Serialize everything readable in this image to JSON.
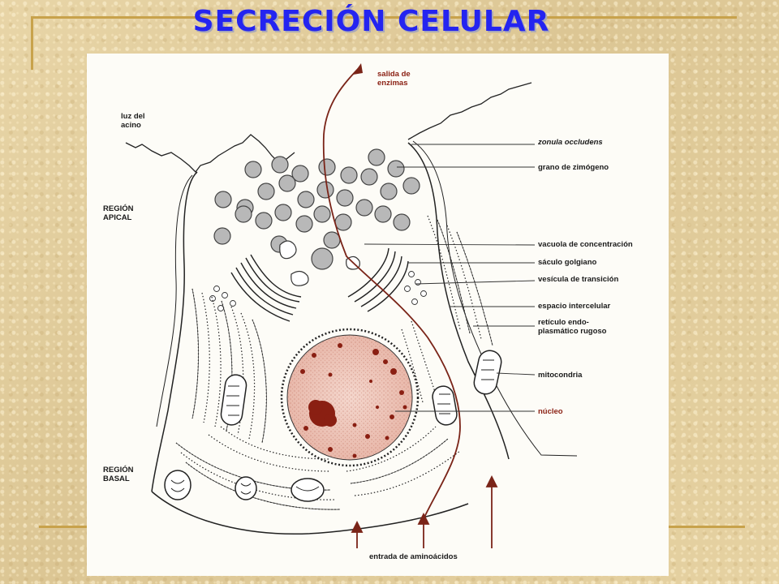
{
  "title": "SECRECIÓN CELULAR",
  "colors": {
    "title": "#2424f0",
    "background": "#e3cf9f",
    "frame_line": "#c8a24b",
    "secretion_path": "#7a2418",
    "nucleus_chromatin": "#8a1f12"
  },
  "diagram": {
    "regions": {
      "apical": "REGIÓN APICAL",
      "basal": "REGIÓN BASAL"
    },
    "lumen": "luz del acino",
    "exit": "salida de enzimas",
    "entry": "entrada de aminoácidos",
    "labels": {
      "zonula": "zonula occludens",
      "grano": "grano de zimógeno",
      "vacuola": "vacuola de concentración",
      "saculo": "sáculo golgiano",
      "vesicula": "vesícula de transición",
      "espacio": "espacio intercelular",
      "reticulo_1": "retículo endo-",
      "reticulo_2": "plasmático rugoso",
      "mitocondria": "mitocondria",
      "nucleo": "núcleo"
    }
  }
}
